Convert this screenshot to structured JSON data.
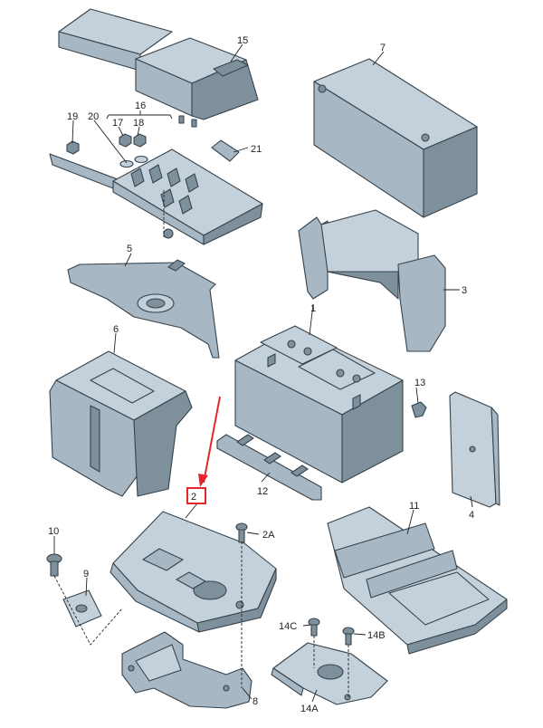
{
  "labels": {
    "l15": "15",
    "l7": "7",
    "l16": "16",
    "l19": "19",
    "l20": "20",
    "l17": "17",
    "l18": "18",
    "l21": "21",
    "l5": "5",
    "l3": "3",
    "l1": "1",
    "l6": "6",
    "l13": "13",
    "l4": "4",
    "l12": "12",
    "l2": "2",
    "l11": "11",
    "l10": "10",
    "l2a": "2A",
    "l9": "9",
    "l14c": "14C",
    "l14b": "14B",
    "l8": "8",
    "l14a": "14A"
  },
  "colors": {
    "highlight": "#e3262b",
    "part": "#a7b7c4",
    "outline": "#36434c"
  }
}
